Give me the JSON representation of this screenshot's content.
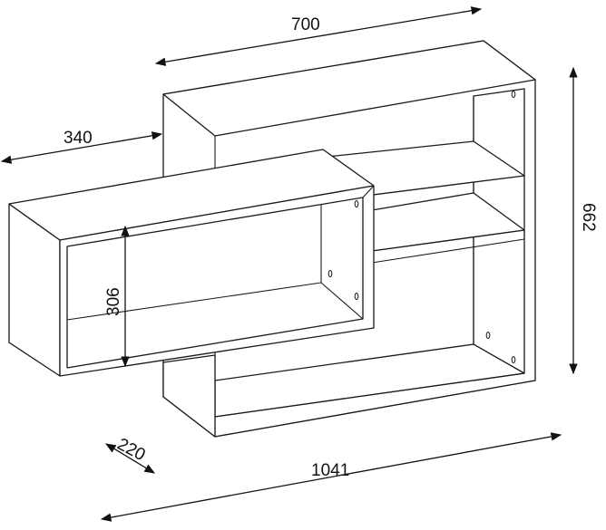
{
  "dimensions": {
    "top_width": "700",
    "left_offset": "340",
    "height": "662",
    "box_height": "306",
    "depth": "220",
    "total_width": "1041"
  }
}
